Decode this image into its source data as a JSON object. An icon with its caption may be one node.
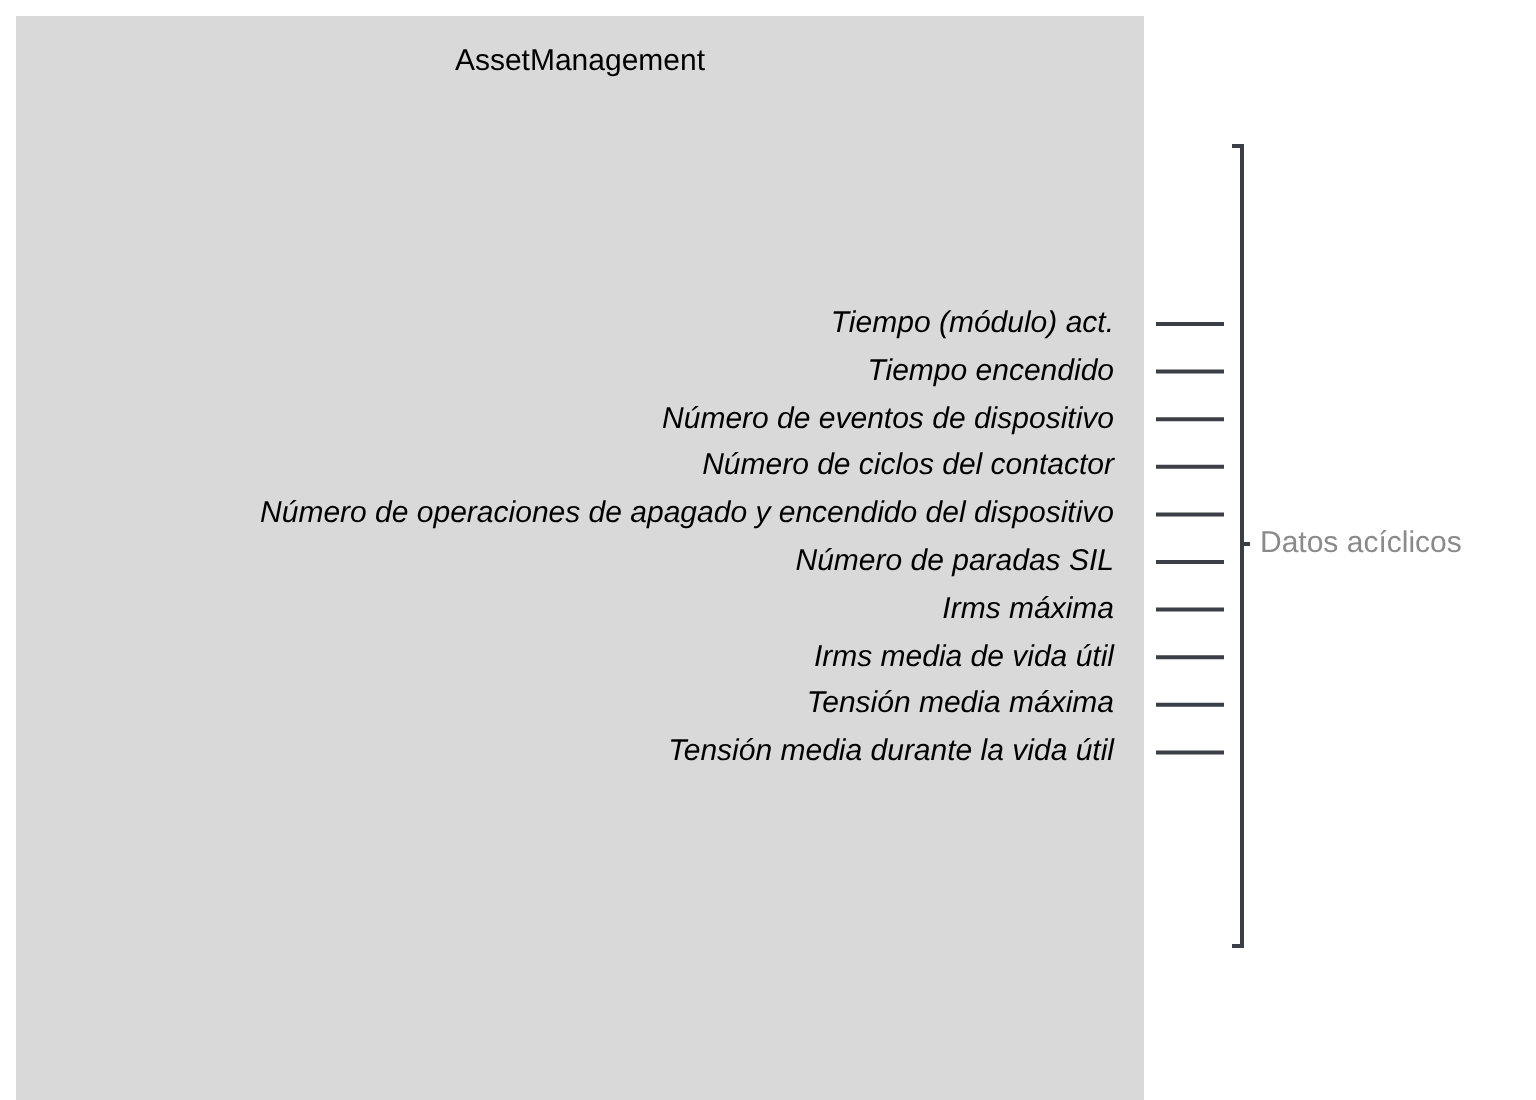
{
  "diagram": {
    "nodes": [
      {
        "text": [
          "AssetManagement"
        ]
      }
    ],
    "edges": [],
    "labels": [
      "Tiempo (módulo) act.",
      "Tiempo encendido",
      "Número de eventos de dispositivo",
      "Número de ciclos del contactor",
      "Número de operaciones de apagado y encendido del dispositivo",
      "Número de paradas SIL",
      "Irms máxima",
      "Irms media de vida útil",
      "Tensión media máxima",
      "Tensión media durante la vida útil",
      "Datos acíclicos"
    ]
  }
}
